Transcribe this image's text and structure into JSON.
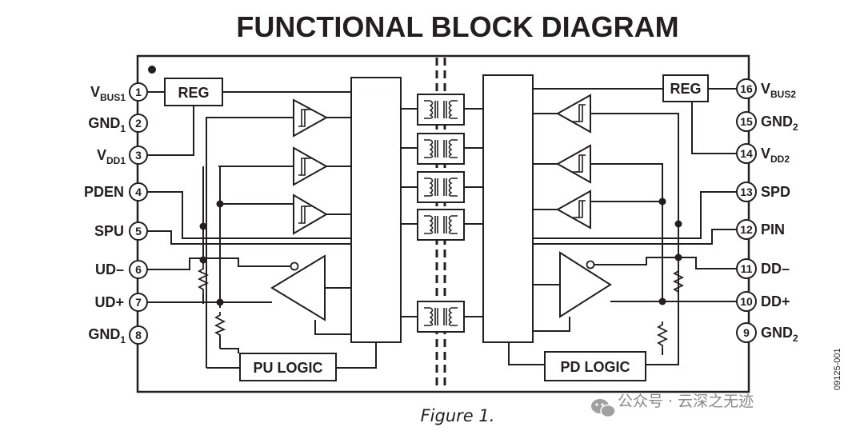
{
  "title": "FUNCTIONAL BLOCK DIAGRAM",
  "caption": "Figure 1.",
  "doc_number": "09125-001",
  "watermark": "公众号 · 云深之无迹",
  "blocks": {
    "reg_left": "REG",
    "reg_right": "REG",
    "pu_logic": "PU LOGIC",
    "pd_logic": "PD LOGIC"
  },
  "pins_left": [
    {
      "num": "1",
      "name": "V",
      "sub": "BUS1"
    },
    {
      "num": "2",
      "name": "GND",
      "sub": "1"
    },
    {
      "num": "3",
      "name": "V",
      "sub": "DD1"
    },
    {
      "num": "4",
      "name": "PDEN",
      "sub": ""
    },
    {
      "num": "5",
      "name": "SPU",
      "sub": ""
    },
    {
      "num": "6",
      "name": "UD–",
      "sub": ""
    },
    {
      "num": "7",
      "name": "UD+",
      "sub": ""
    },
    {
      "num": "8",
      "name": "GND",
      "sub": "1"
    }
  ],
  "pins_right": [
    {
      "num": "16",
      "name": "V",
      "sub": "BUS2"
    },
    {
      "num": "15",
      "name": "GND",
      "sub": "2"
    },
    {
      "num": "14",
      "name": "V",
      "sub": "DD2"
    },
    {
      "num": "13",
      "name": "SPD",
      "sub": ""
    },
    {
      "num": "12",
      "name": "PIN",
      "sub": ""
    },
    {
      "num": "11",
      "name": "DD–",
      "sub": ""
    },
    {
      "num": "10",
      "name": "DD+",
      "sub": ""
    },
    {
      "num": "9",
      "name": "GND",
      "sub": "2"
    }
  ]
}
